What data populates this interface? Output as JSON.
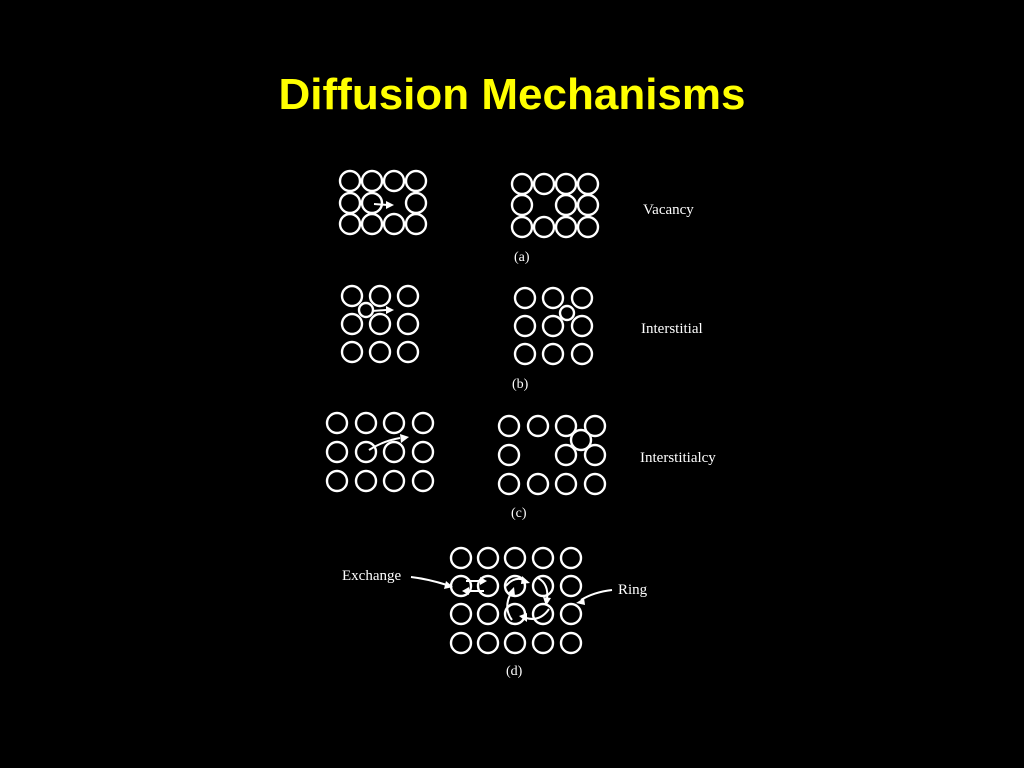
{
  "slide": {
    "title": "Diffusion Mechanisms",
    "title_color": "#ffff00",
    "background": "#000000"
  },
  "panels": {
    "a": {
      "caption": "(a)",
      "mechanism": "Vacancy"
    },
    "b": {
      "caption": "(b)",
      "mechanism": "Interstitial"
    },
    "c": {
      "caption": "(c)",
      "mechanism": "Interstitialcy"
    },
    "d": {
      "caption": "(d)",
      "label_left": "Exchange",
      "label_right": "Ring"
    }
  }
}
